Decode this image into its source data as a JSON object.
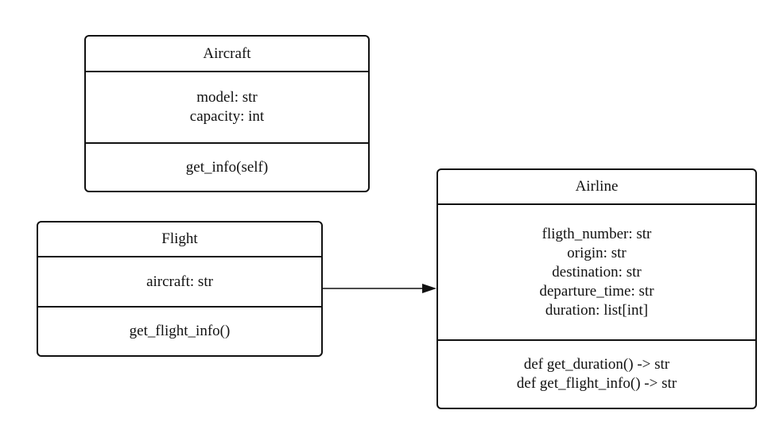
{
  "classes": {
    "aircraft": {
      "name": "Aircraft",
      "attributes": [
        "model: str",
        "capacity: int"
      ],
      "methods": [
        "get_info(self)"
      ]
    },
    "flight": {
      "name": "Flight",
      "attributes": [
        "aircraft: str"
      ],
      "methods": [
        "get_flight_info()"
      ]
    },
    "airline": {
      "name": "Airline",
      "attributes": [
        "fligth_number: str",
        "origin: str",
        "destination: str",
        "departure_time: str",
        "duration: list[int]"
      ],
      "methods": [
        "def get_duration() -> str",
        "def get_flight_info() -> str"
      ]
    }
  },
  "relations": [
    {
      "from": "flight",
      "to": "airline",
      "type": "association",
      "arrow": "filled-triangle"
    }
  ],
  "colors": {
    "stroke": "#111111",
    "background": "#ffffff",
    "text": "#111111"
  }
}
